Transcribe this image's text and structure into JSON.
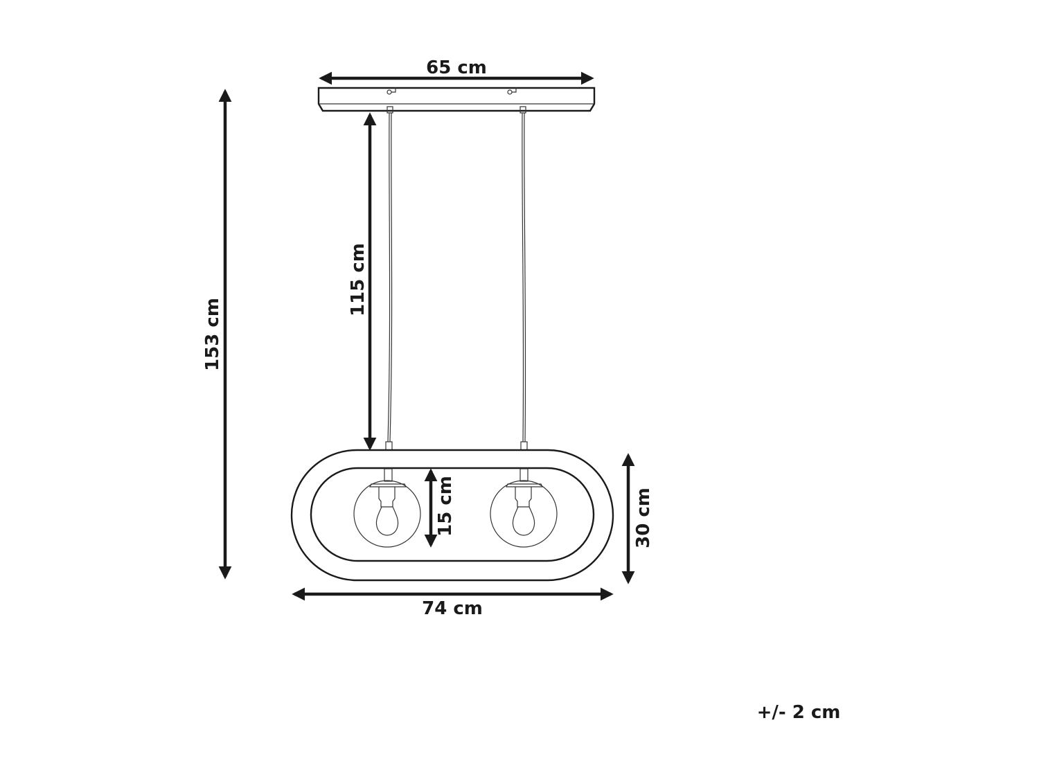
{
  "diagram": {
    "subject": "Two-light oval pendant lamp with globe shades",
    "dimensions": {
      "canopy_width": "65 cm",
      "total_height": "153 cm",
      "cable_length": "115 cm",
      "frame_width": "74 cm",
      "frame_height": "30 cm",
      "shade_diameter": "15 cm"
    },
    "tolerance": "+/- 2 cm"
  },
  "colors": {
    "line": "#1a1a1a",
    "background": "#ffffff"
  }
}
